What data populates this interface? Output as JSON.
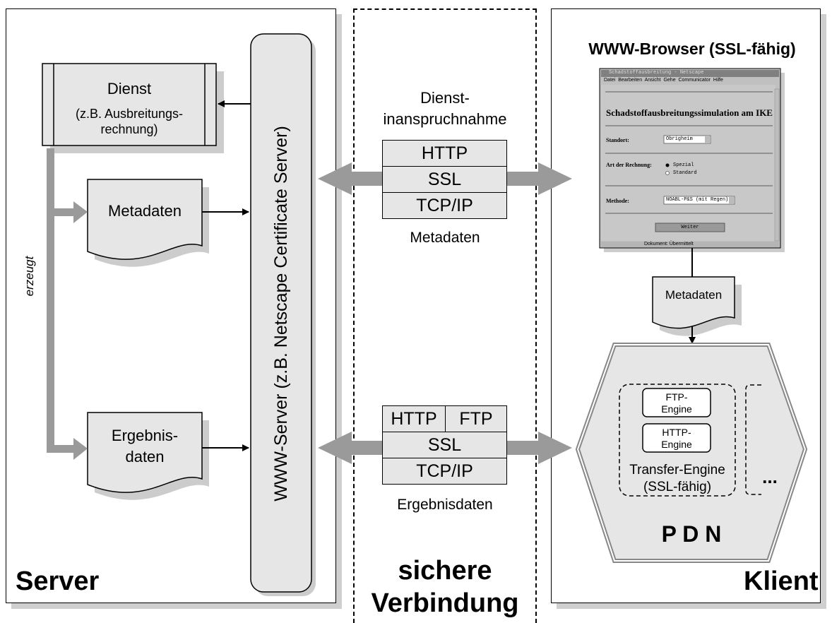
{
  "server": {
    "title": "Server",
    "dienst": {
      "title": "Dienst",
      "sub1": "(z.B. Ausbreitungs-",
      "sub2": "rechnung)"
    },
    "metadaten": "Metadaten",
    "ergebnis1": "Ergebnis-",
    "ergebnis2": "daten",
    "erzeugt": "erzeugt",
    "www_server": "WWW-Server (z.B. Netscape Certificate Server)"
  },
  "connection": {
    "title1": "sichere",
    "title2": "Verbindung",
    "dienst1": "Dienst-",
    "dienst2": "inanspruchnahme",
    "stack1": {
      "http": "HTTP",
      "ssl": "SSL",
      "tcp": "TCP/IP",
      "caption": "Metadaten"
    },
    "stack2": {
      "http": "HTTP",
      "ftp": "FTP",
      "ssl": "SSL",
      "tcp": "TCP/IP",
      "caption": "Ergebnisdaten"
    }
  },
  "client": {
    "title": "Klient",
    "browser_title": "WWW-Browser (SSL-fähig)",
    "browser": {
      "window_title": "Schadstoffausbreitung - Netscape",
      "menu": [
        "Datei",
        "Bearbeiten",
        "Ansicht",
        "Gehe",
        "Communicator",
        "Hilfe"
      ],
      "heading": "Schadstoffausbreitungssimulation am IKE",
      "standort_label": "Standort:",
      "standort_value": "Obrigheim",
      "rechnung_label": "Art der Rechnung:",
      "radio1": "Spezial",
      "radio2": "Standard",
      "methode_label": "Methode:",
      "methode_value": "NOABL-P&S (mit Regen)",
      "button": "Weiter",
      "status": "Dokument: Übermittelt"
    },
    "metadaten": "Metadaten",
    "ftp1": "FTP-",
    "ftp2": "Engine",
    "http1": "HTTP-",
    "http2": "Engine",
    "transfer1": "Transfer-Engine",
    "transfer2": "(SSL-fähig)",
    "dots": "...",
    "pdn": "P D N"
  },
  "colors": {
    "gray_arrow": "#9a9a9a",
    "box_fill": "#e6e6e6",
    "shadow": "#cfcfcf"
  }
}
